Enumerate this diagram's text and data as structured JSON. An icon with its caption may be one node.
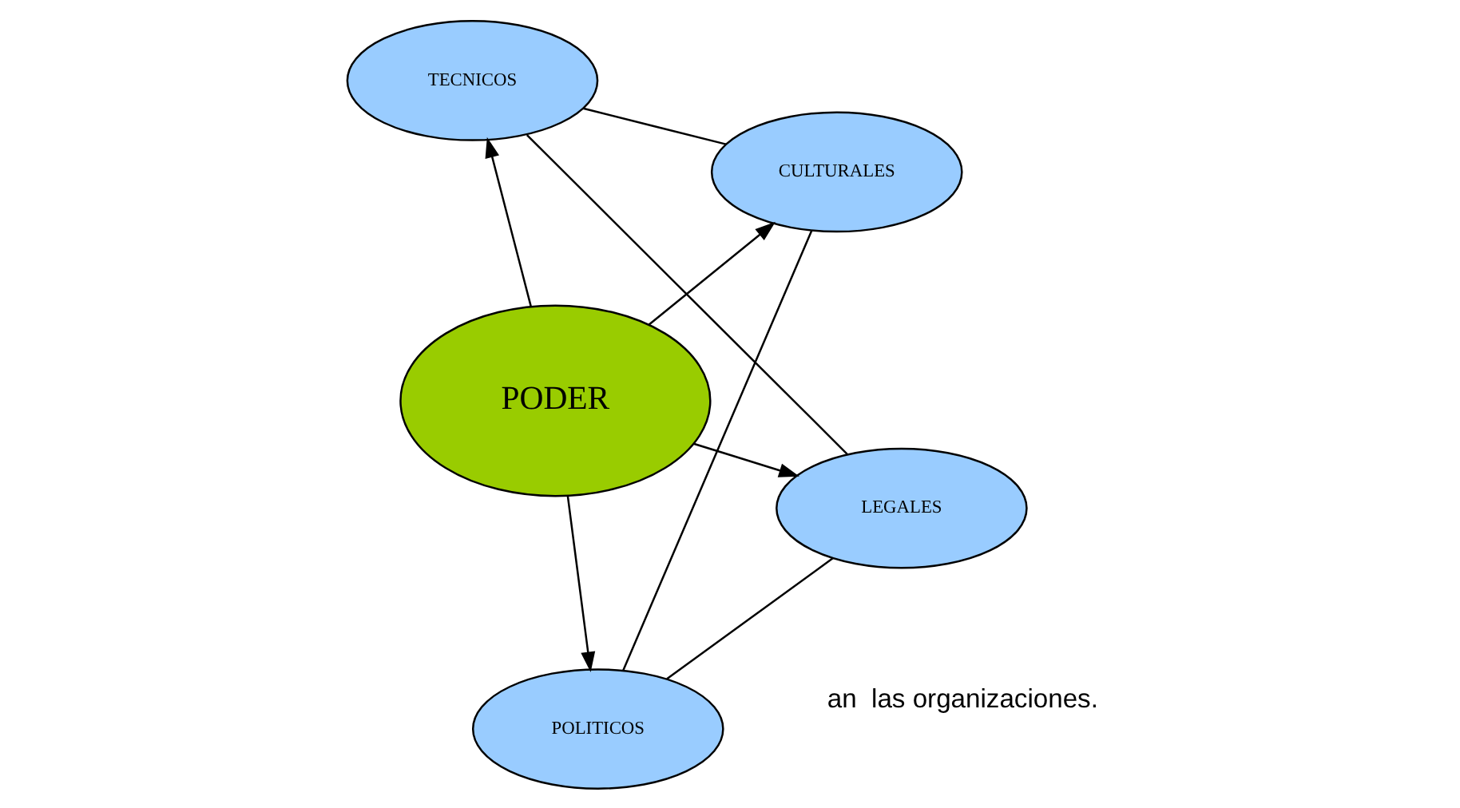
{
  "diagram": {
    "nodes": [
      {
        "text": [
          "PODER"
        ]
      },
      {
        "text": [
          "LEGALES"
        ]
      },
      {
        "text": [
          "POLITICOS"
        ]
      },
      {
        "text": [
          "TECNICOS"
        ]
      },
      {
        "text": [
          "CULTURALES"
        ]
      }
    ],
    "edges": [
      {
        "from": 0,
        "to": 1,
        "arrow": "to"
      },
      {
        "from": 0,
        "to": 2,
        "arrow": "to"
      },
      {
        "from": 0,
        "to": 3,
        "arrow": "to"
      },
      {
        "from": 0,
        "to": 4,
        "arrow": "to"
      },
      {
        "from": 2,
        "to": 1,
        "arrow": "none"
      },
      {
        "from": 1,
        "to": 3,
        "arrow": "none"
      },
      {
        "from": 3,
        "to": 4,
        "arrow": "none"
      },
      {
        "from": 4,
        "to": 2,
        "arrow": "none"
      }
    ],
    "labels": [
      "an  las organizaciones."
    ]
  }
}
